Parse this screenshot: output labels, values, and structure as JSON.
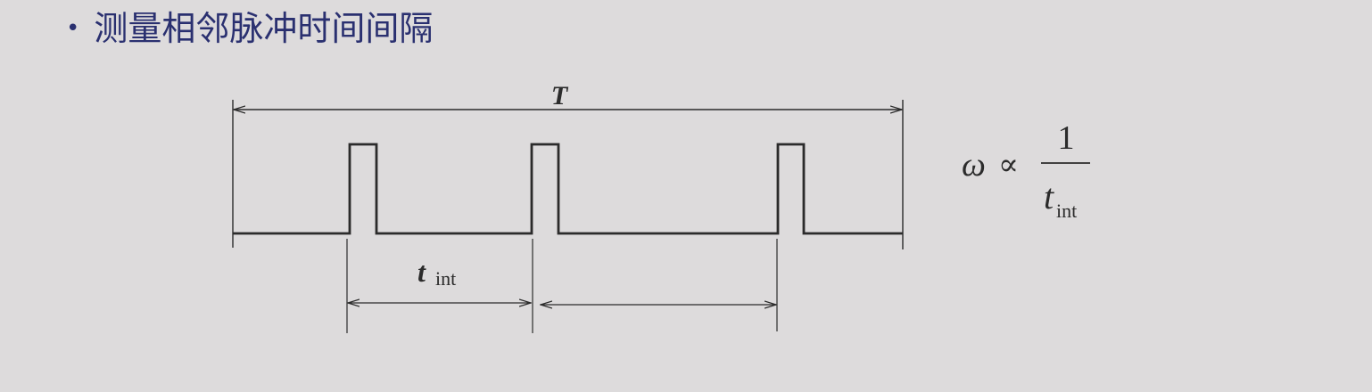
{
  "bullet": {
    "text": "测量相邻脉冲时间间隔"
  },
  "diagram": {
    "period_label": "T",
    "interval_label_main": "t",
    "interval_label_sub": "int"
  },
  "formula": {
    "lhs": "ω",
    "relation": "∝",
    "numerator": "1",
    "denominator_main": "t",
    "denominator_sub": "int"
  },
  "colors": {
    "title": "#2a3070",
    "line": "#2b2b2b",
    "background": "#dddbdc"
  }
}
